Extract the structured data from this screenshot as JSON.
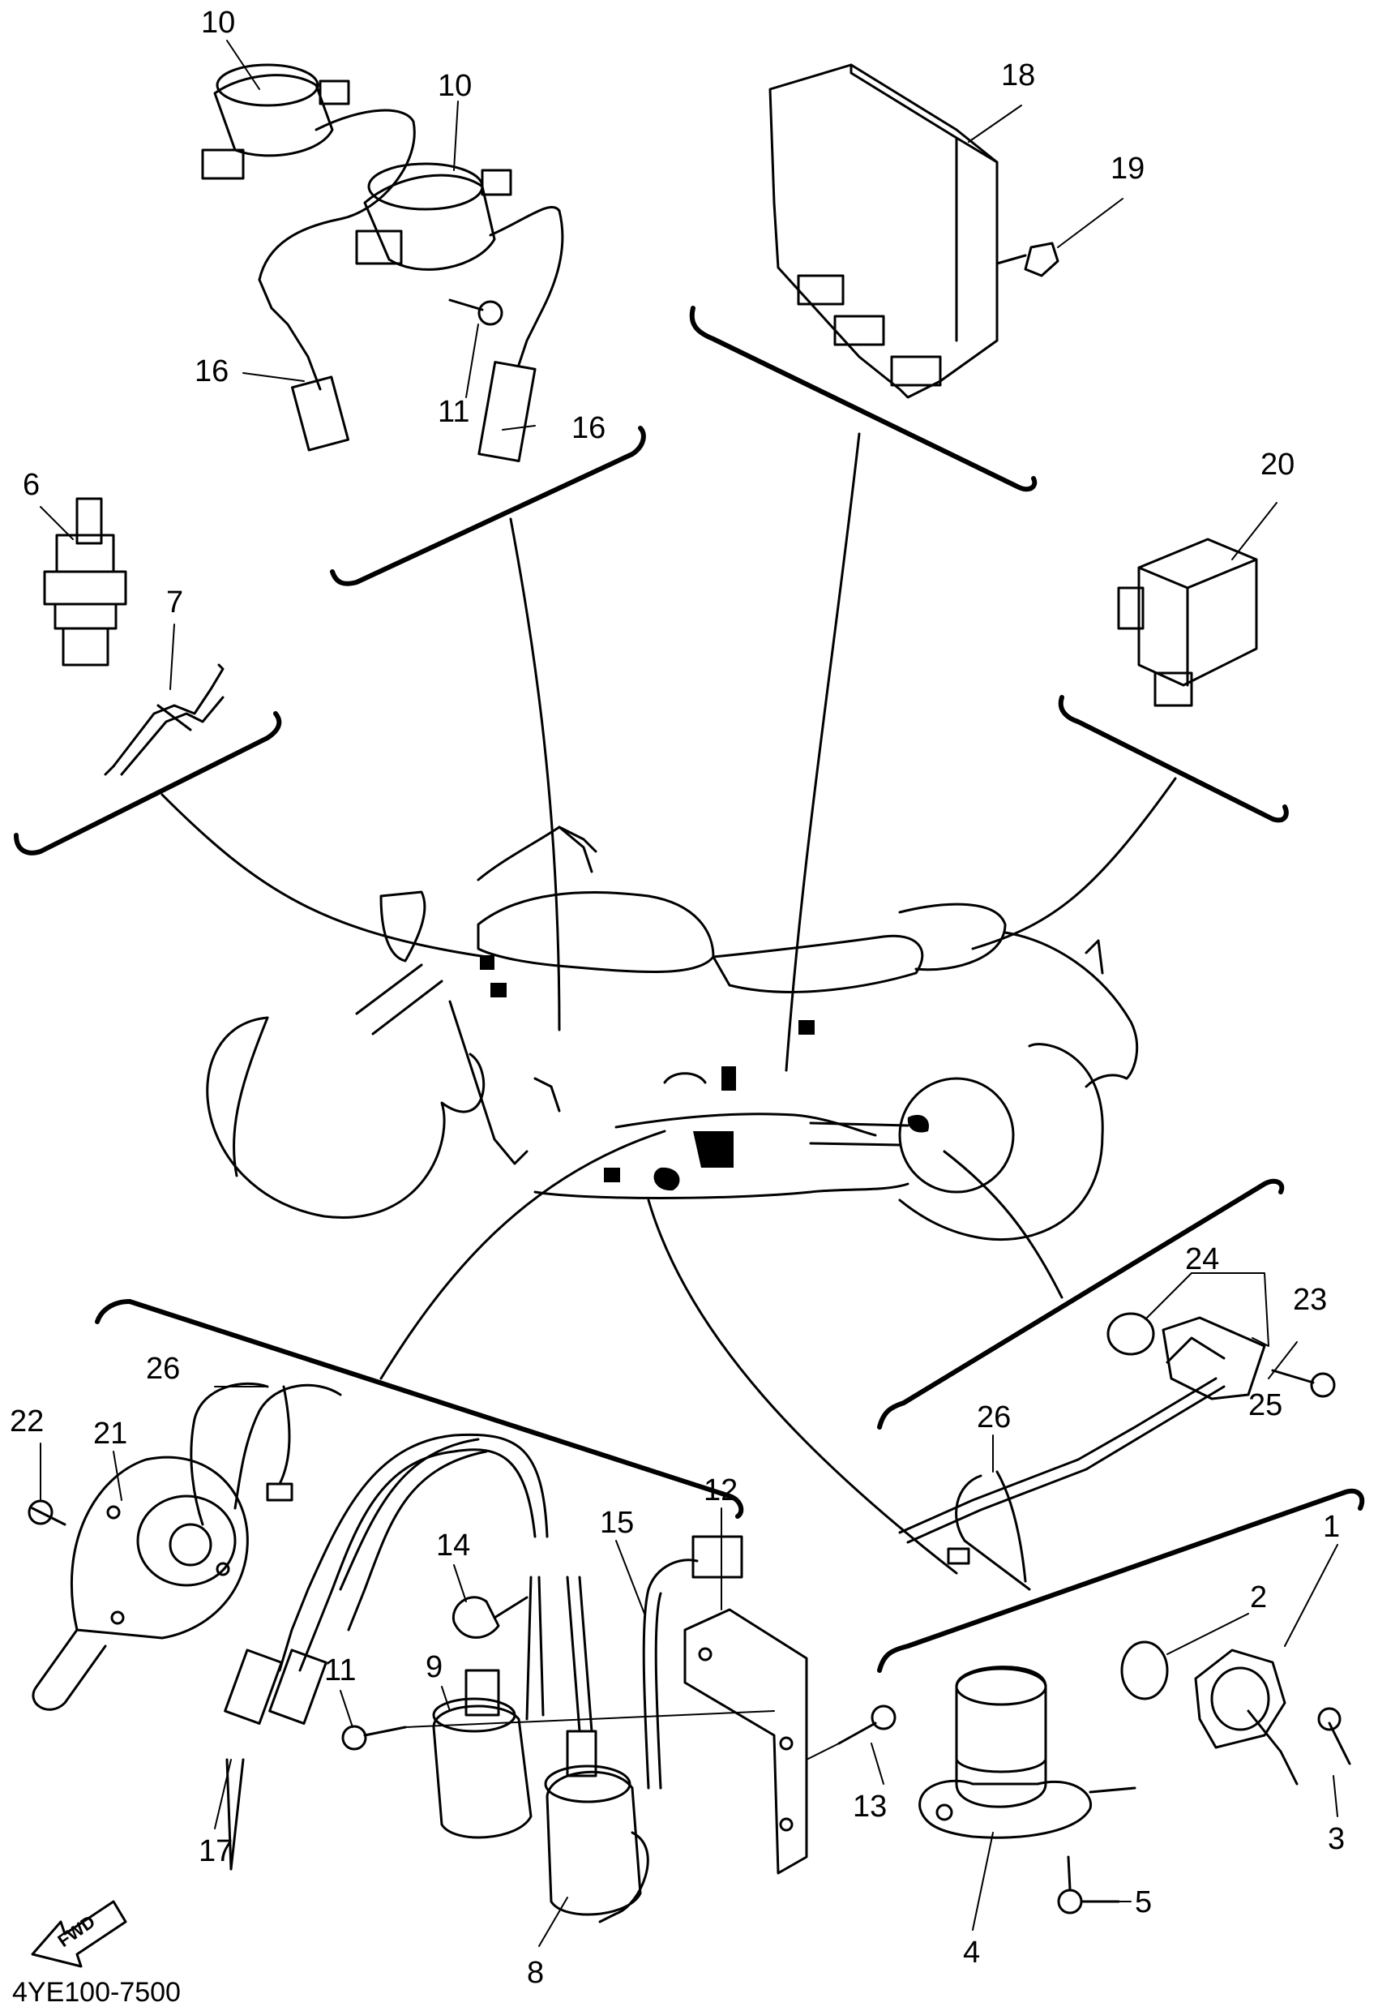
{
  "diagram": {
    "drawing_code": "4YE100-7500",
    "fwd_label": "FWD",
    "callouts": {
      "c1": "1",
      "c2": "2",
      "c3": "3",
      "c4": "4",
      "c5": "5",
      "c6": "6",
      "c7": "7",
      "c8": "8",
      "c9": "9",
      "c10a": "10",
      "c10b": "10",
      "c11a": "11",
      "c11b": "11",
      "c12": "12",
      "c13": "13",
      "c14": "14",
      "c15": "15",
      "c16a": "16",
      "c16b": "16",
      "c17": "17",
      "c18": "18",
      "c19": "19",
      "c20": "20",
      "c21": "21",
      "c22": "22",
      "c23": "23",
      "c24": "24",
      "c25": "25",
      "c26a": "26",
      "c26b": "26"
    }
  }
}
